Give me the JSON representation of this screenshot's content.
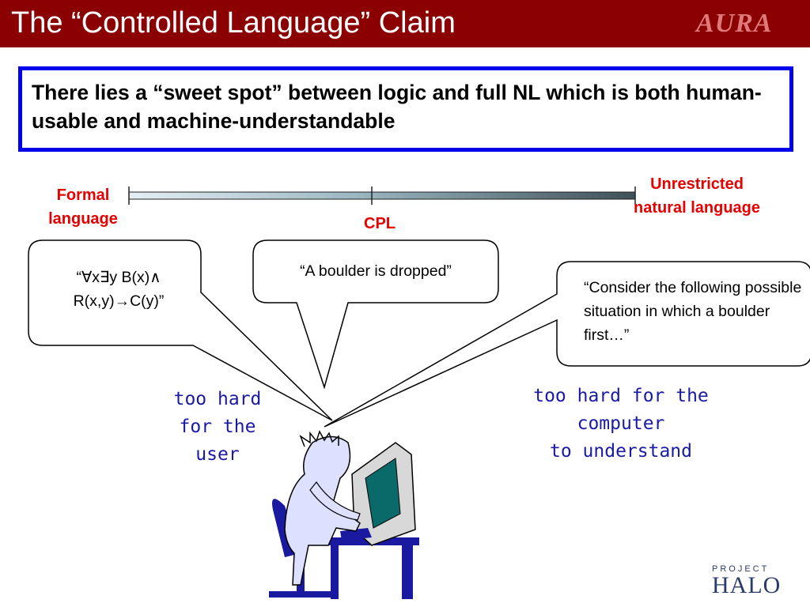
{
  "slide": {
    "title": "The “Controlled Language” Claim",
    "logo_text": "AURA",
    "claim": "There lies a “sweet spot” between logic and full NL which is both human-usable and machine-understandable",
    "scale": {
      "left_label": "Formal language",
      "middle_label": "CPL",
      "right_label": "Unrestricted natural language"
    },
    "bubbles": {
      "formal_line1": "“∀x∃y B(x)∧",
      "formal_line2": "R(x,y)→C(y)”",
      "cpl": "“A boulder is dropped”",
      "natural": "“Consider the following possible situation in which a boulder first…”"
    },
    "notes": {
      "user": "too hard for the user",
      "computer_line1": "too hard for the",
      "computer_line2": "computer",
      "computer_line3": "to understand"
    },
    "footer_logo": {
      "project": "PROJECT",
      "name": "HALO"
    }
  },
  "colors": {
    "header_bg": "#8b0000",
    "claim_border": "#0000ee",
    "label_red": "#e60000",
    "note_blue": "#1a1aa6",
    "person_fill": "#dde0ff",
    "furniture": "#1a1aa0"
  }
}
